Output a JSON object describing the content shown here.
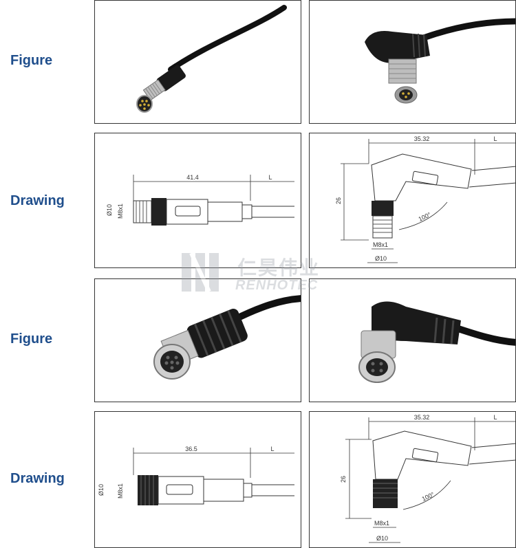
{
  "rows": [
    {
      "label": "Figure"
    },
    {
      "label": "Drawing"
    },
    {
      "label": "Figure"
    },
    {
      "label": "Drawing"
    }
  ],
  "drawing_male_straight": {
    "length": "41.4",
    "l": "L",
    "dia": "Ø10",
    "thread": "M8x1"
  },
  "drawing_male_angled": {
    "length": "35.32",
    "l": "L",
    "height": "26",
    "angle": "100°",
    "thread": "M8x1",
    "dia": "Ø10"
  },
  "drawing_female_straight": {
    "length": "36.5",
    "l": "L",
    "dia": "Ø10",
    "thread": "M8x1"
  },
  "drawing_female_angled": {
    "length": "35.32",
    "l": "L",
    "height": "26",
    "angle": "100°",
    "thread": "M8x1",
    "dia": "Ø10"
  },
  "watermark": {
    "cn": "仁昊伟业",
    "en": "RENHOTEC"
  },
  "colors": {
    "label": "#1f4e8c",
    "border": "#333333"
  }
}
